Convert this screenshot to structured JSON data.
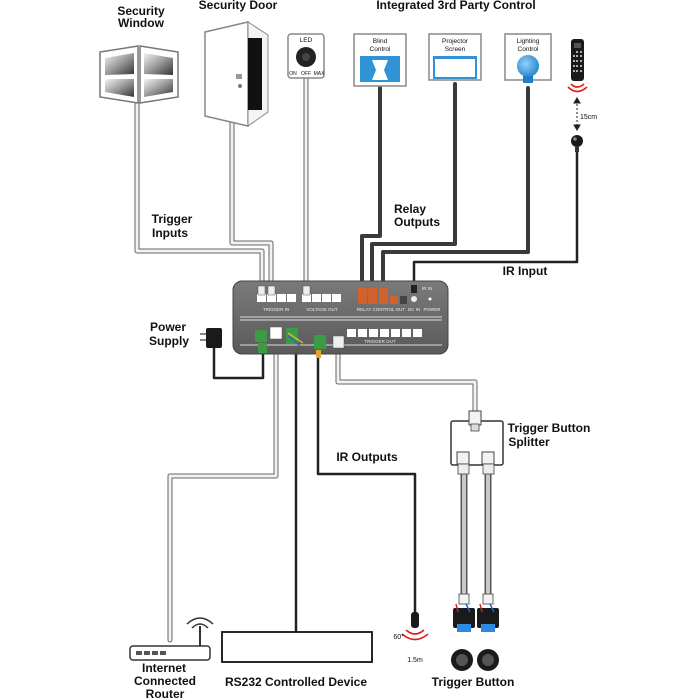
{
  "labels": {
    "security_window": [
      "Security",
      "Window"
    ],
    "security_door": "Security Door",
    "integrated_control": "Integrated 3rd Party Control",
    "trigger_inputs": [
      "Trigger",
      "Inputs"
    ],
    "relay_outputs": [
      "Relay",
      "Outputs"
    ],
    "ir_input": "IR Input",
    "power_supply": [
      "Power",
      "Supply"
    ],
    "ir_outputs": "IR Outputs",
    "trigger_button_splitter": [
      "Trigger Button",
      "Splitter"
    ],
    "internet_router": [
      "Internet",
      "Connected",
      "Router"
    ],
    "rs232_device": "RS232 Controlled Device",
    "trigger_button": "Trigger Button"
  },
  "devices": {
    "blind_control": [
      "Blind",
      "Control"
    ],
    "projector_screen": [
      "Projector",
      "Screen"
    ],
    "lighting_control": [
      "Lighting",
      "Control"
    ]
  },
  "led_dial": {
    "title": "LED",
    "on": "ON",
    "off": "OFF",
    "max": "MAX"
  },
  "distances": {
    "ir_input_cable": "15cm",
    "ir_emitter_angle": "60°",
    "ir_emitter_range": "1.5m"
  },
  "panel_text": {
    "trigger_in": "TRIGGER IN",
    "voltage_out": "VOLTAGE OUT",
    "relay_control_out": "RELAY CONTROL OUT",
    "ir_in": "IR IN",
    "dc_in": "DC IN",
    "power": "POWER",
    "trigger_out": "TRIGGER OUT"
  },
  "colors": {
    "panel": "#6b6b6b",
    "relay_port": "#d0632d",
    "terminal_block": "#3c9c46",
    "device_blue": "#2f93d6",
    "cable_dark": "#3a3a3a",
    "cable_light": "#cfcfcf"
  }
}
